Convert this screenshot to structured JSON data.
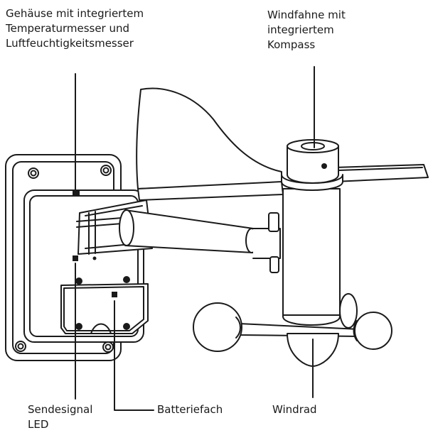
{
  "labels": {
    "housing": [
      "Gehäuse mit integriertem",
      "Temperaturmesser und",
      "Luftfeuchtigkeitsmesser"
    ],
    "vane": [
      "Windfahne mit",
      "integriertem",
      "Kompass"
    ],
    "led": [
      "Sendesignal",
      "LED"
    ],
    "battery": [
      "Batteriefach"
    ],
    "windrad": [
      "Windrad"
    ]
  },
  "colors": {
    "stroke": "#1a1a1a",
    "fill": "#ffffff"
  }
}
